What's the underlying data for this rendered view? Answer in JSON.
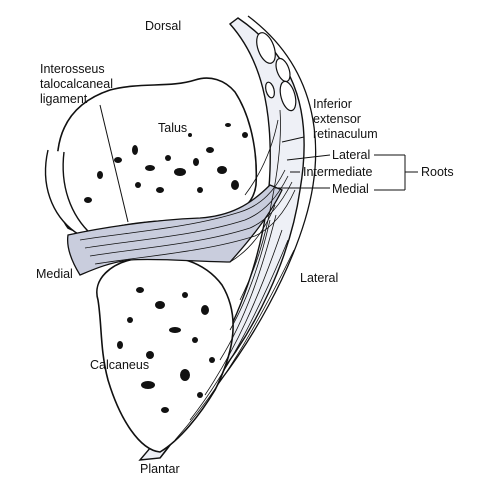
{
  "figure": {
    "orientation": {
      "top": "Dorsal",
      "bottom": "Plantar",
      "left": "Medial",
      "right": "Lateral"
    },
    "bones": {
      "talus": "Talus",
      "calcaneus": "Calcaneus"
    },
    "ligament": "Interosseus\ntalocalcaneal\nligament",
    "retinaculum": "Inferior\nextensor\nretinaculum",
    "roots": {
      "lateral": "Lateral",
      "intermediate": "Intermediate",
      "medial": "Medial",
      "group_label": "Roots"
    }
  },
  "colors": {
    "ligament_fill": "#c9cddd",
    "line": "#111111",
    "background": "#ffffff"
  }
}
